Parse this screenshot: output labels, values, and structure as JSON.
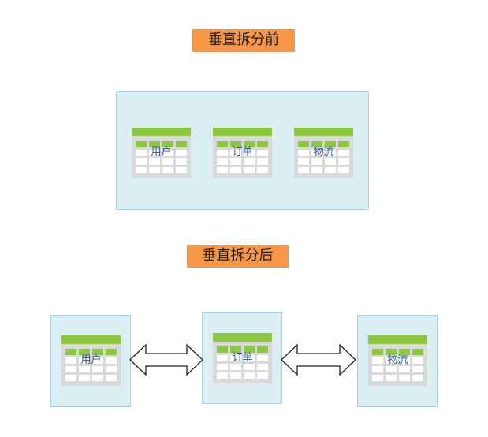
{
  "before": {
    "title": "垂直拆分前",
    "tables": [
      {
        "name": "用户",
        "icon": "table-icon"
      },
      {
        "name": "订单",
        "icon": "table-icon"
      },
      {
        "name": "物流",
        "icon": "table-icon"
      }
    ]
  },
  "after": {
    "title": "垂直拆分后",
    "tables": [
      {
        "name": "用户",
        "icon": "table-icon"
      },
      {
        "name": "订单",
        "icon": "table-icon"
      },
      {
        "name": "物流",
        "icon": "table-icon"
      }
    ],
    "connectors": [
      "double-arrow-icon",
      "double-arrow-icon"
    ]
  },
  "colors": {
    "label_bg": "#f79646",
    "panel_bg": "#daeef3",
    "panel_border": "#a9d3e0",
    "table_header": "#8dc63f",
    "table_cell": "#ffffff",
    "table_frame": "#d9d9d9",
    "table_text": "#2f5597"
  }
}
